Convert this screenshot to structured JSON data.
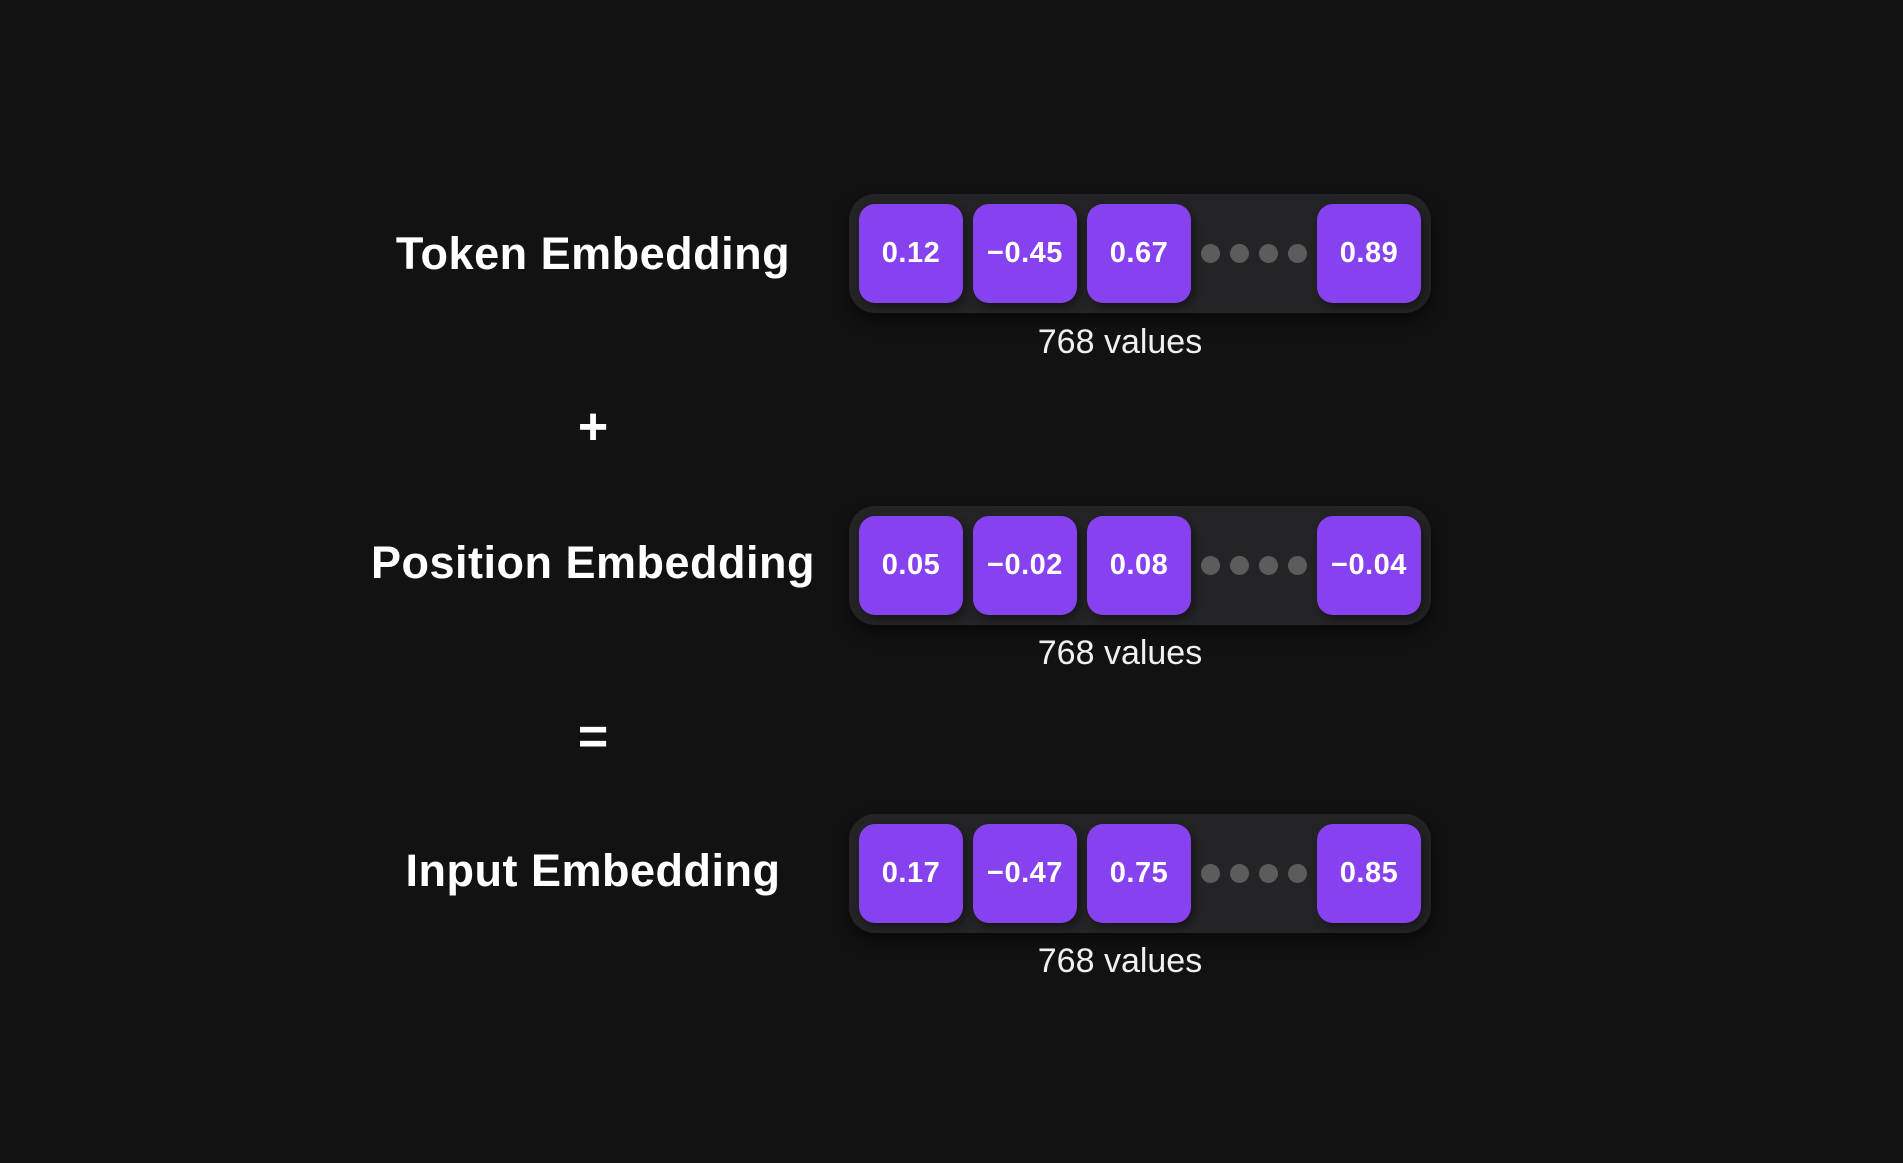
{
  "page": {
    "background": "#121212",
    "description": "Diagram: token embedding plus position embedding equals input embedding"
  },
  "colors": {
    "cell_purple": "#8742EF",
    "vector_container_bg": "#242325",
    "ellipsis_dot": "#5c5c5c",
    "text": "#ffffff"
  },
  "operators": {
    "plus": "+",
    "equals": "="
  },
  "rows": [
    {
      "label": "Token Embedding",
      "values": [
        "0.12",
        "−0.45",
        "0.67",
        "0.89"
      ],
      "caption": "768 values"
    },
    {
      "label": "Position Embedding",
      "values": [
        "0.05",
        "−0.02",
        "0.08",
        "−0.04"
      ],
      "caption": "768 values"
    },
    {
      "label": "Input Embedding",
      "values": [
        "0.17",
        "−0.47",
        "0.75",
        "0.85"
      ],
      "caption": "768 values"
    }
  ],
  "ellipsis_dot_count": 4
}
